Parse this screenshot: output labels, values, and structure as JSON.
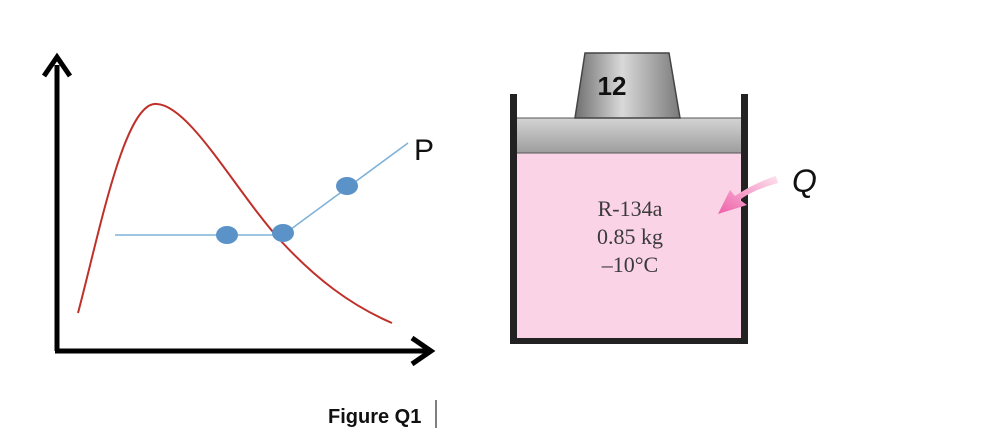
{
  "ts_diagram": {
    "line_label": "P",
    "colors": {
      "axes": "#000000",
      "saturation_dome": "#c0302a",
      "process_line": "#7fb2d8",
      "state_points": "#5b93c9"
    }
  },
  "cylinder": {
    "weight_label": "12",
    "fluid": "R-134a",
    "mass": "0.85 kg",
    "temperature": "–10°C",
    "heat_label": "Q",
    "colors": {
      "fluid_fill": "#fbd3e7",
      "walls": "#222222",
      "piston": "#b9b9b9",
      "heat_arrow": "#ee5fa8"
    }
  },
  "caption": {
    "text": "Figure Q1"
  }
}
